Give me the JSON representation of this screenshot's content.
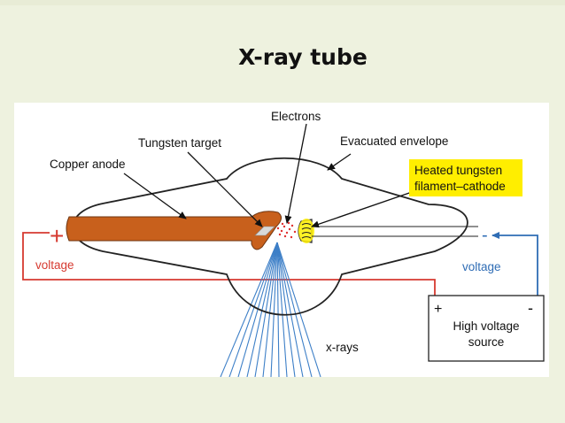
{
  "slide": {
    "title": "X-ray tube"
  },
  "diagram": {
    "labels": {
      "electrons": "Electrons",
      "tungsten_target": "Tungsten target",
      "copper_anode": "Copper anode",
      "evacuated_envelope": "Evacuated envelope",
      "heated_filament_line1": "Heated tungsten",
      "heated_filament_line2": "filament–cathode",
      "plus_sign": "+",
      "minus_sign": "-",
      "voltage_left": "voltage",
      "voltage_right": "voltage",
      "xrays": "x-rays",
      "source_plus": "+",
      "source_minus": "-",
      "source_line1": "High voltage",
      "source_line2": "source"
    },
    "colors": {
      "copper": "#c8601c",
      "circuit": "#d63a30",
      "return_wire": "#2f6db5",
      "xray": "#3d7fc7",
      "highlight": "#ffee00",
      "electrons": "#e03030"
    }
  }
}
